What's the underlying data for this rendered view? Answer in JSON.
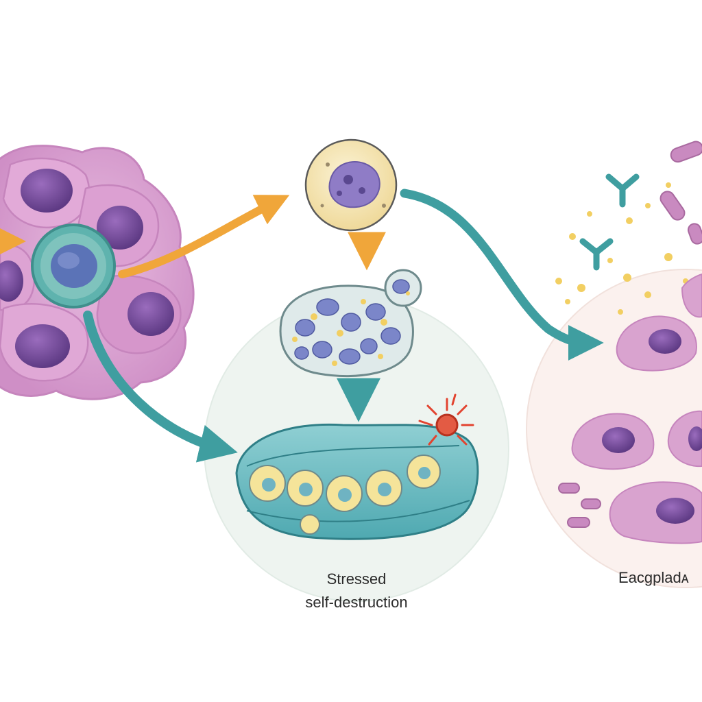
{
  "labels": {
    "stressed_line1": "Stressed",
    "stressed_line2": "self-destruction",
    "right_label": "Eacgpladᴀ"
  },
  "colors": {
    "tissue_pink": "#d9a3cf",
    "tissue_edge": "#c685bd",
    "nucleus_purple": "#7a4f9a",
    "teal": "#3f9ea0",
    "orange_arrow": "#f0a63a",
    "cream_cell": "#f6e7b8",
    "burst_red": "#e2432f",
    "yellow_debris": "#f2cf62",
    "left_circle_fill": "#eef4f0",
    "right_circle_fill": "#fbf1ee"
  },
  "icons": [
    "cell-cluster-icon",
    "stem-cell-icon",
    "swollen-cell-icon",
    "fragmented-cell-icon",
    "burst-icon",
    "antibody-icon",
    "bacterium-icon"
  ]
}
